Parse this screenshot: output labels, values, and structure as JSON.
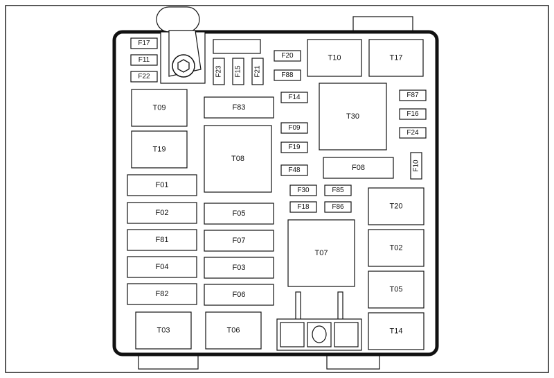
{
  "fuses": {
    "F17": "F17",
    "F11": "F11",
    "F22": "F22",
    "F23": "F23",
    "F15": "F15",
    "F21": "F21",
    "F20": "F20",
    "F88": "F88",
    "F14": "F14",
    "F09": "F09",
    "F19": "F19",
    "F48": "F48",
    "F83": "F83",
    "F87": "F87",
    "F16": "F16",
    "F24": "F24",
    "F08": "F08",
    "F10": "F10",
    "F30": "F30",
    "F85": "F85",
    "F18": "F18",
    "F86": "F86",
    "F01": "F01",
    "F02": "F02",
    "F81": "F81",
    "F04": "F04",
    "F82": "F82",
    "F05": "F05",
    "F07": "F07",
    "F03": "F03",
    "F06": "F06"
  },
  "relays": {
    "T10": "T10",
    "T17": "T17",
    "T09": "T09",
    "T19": "T19",
    "T08": "T08",
    "T30": "T30",
    "T20": "T20",
    "T02": "T02",
    "T07": "T07",
    "T05": "T05",
    "T03": "T03",
    "T06": "T06",
    "T14": "T14"
  }
}
